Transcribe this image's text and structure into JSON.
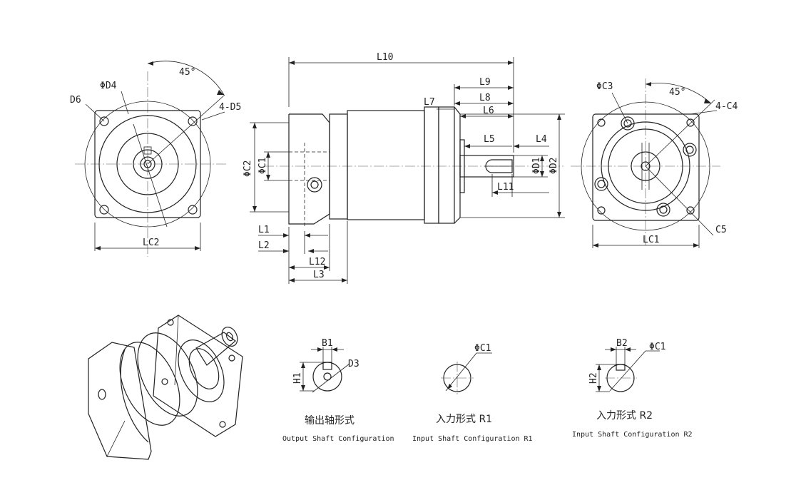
{
  "front_view_left": {
    "labels": {
      "d4": "ΦD4",
      "d6": "D6",
      "d5": "4-D5",
      "angle": "45°",
      "lc2": "LC2"
    }
  },
  "side_view": {
    "labels": {
      "l10": "L10",
      "l9": "L9",
      "l8": "L8",
      "l7": "L7",
      "l6": "L6",
      "l5": "L5",
      "l4": "L4",
      "l11": "L11",
      "l12": "L12",
      "l3": "L3",
      "l1": "L1",
      "l2": "L2",
      "c2": "ΦC2",
      "c1": "ΦC1",
      "d1": "ΦD1",
      "d2": "ΦD2"
    }
  },
  "front_view_right": {
    "labels": {
      "c3": "ΦC3",
      "c4": "4-C4",
      "angle": "45°",
      "c5": "C5",
      "lc1": "LC1"
    }
  },
  "sections": [
    {
      "id": "output",
      "caption_cn": "输出轴形式",
      "caption_en": "Output Shaft Configuration",
      "labels": {
        "b": "B1",
        "h": "H1",
        "d": "D3"
      }
    },
    {
      "id": "input_r1",
      "caption_cn": "入力形式 R1",
      "caption_en": "Input Shaft Configuration R1",
      "labels": {
        "c": "ΦC1"
      }
    },
    {
      "id": "input_r2",
      "caption_cn": "入力形式 R2",
      "caption_en": "Input Shaft Configuration R2",
      "labels": {
        "b": "B2",
        "h": "H2",
        "c": "ΦC1"
      }
    }
  ]
}
